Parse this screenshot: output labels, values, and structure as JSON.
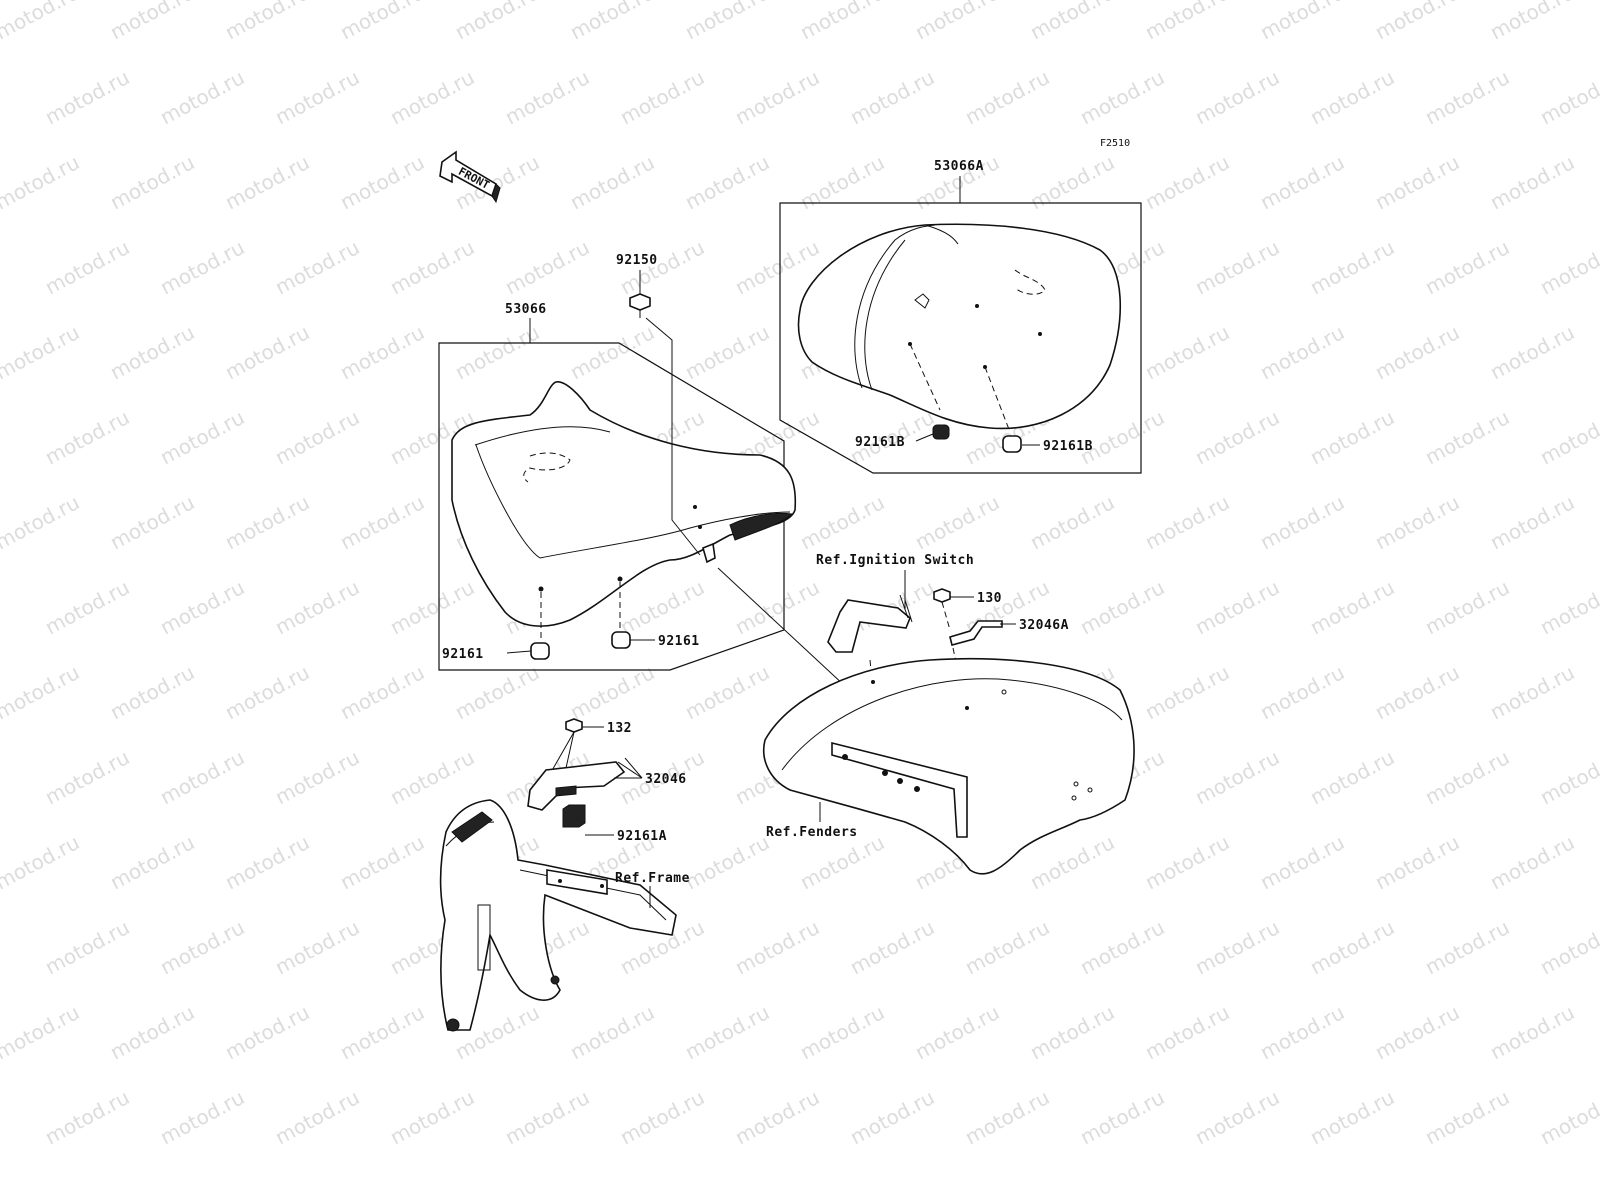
{
  "watermark": "motod.ru",
  "diagram_code": "F2510",
  "front_arrow": {
    "label": "FRONT",
    "icon": "front-direction-arrow-icon"
  },
  "labels": {
    "seat_rear": "53066A",
    "seat_front": "53066",
    "bolt_top": "92150",
    "damper_rear_left": "92161B",
    "damper_rear_right": "92161B",
    "damper_front_left": "92161",
    "damper_front_right": "92161",
    "ref_ignition": "Ref.Ignition Switch",
    "bolt_130": "130",
    "bracket_32046a": "32046A",
    "bolt_132": "132",
    "bracket_32046": "32046",
    "damper_92161a": "92161A",
    "ref_frame": "Ref.Frame",
    "ref_fenders": "Ref.Fenders"
  }
}
